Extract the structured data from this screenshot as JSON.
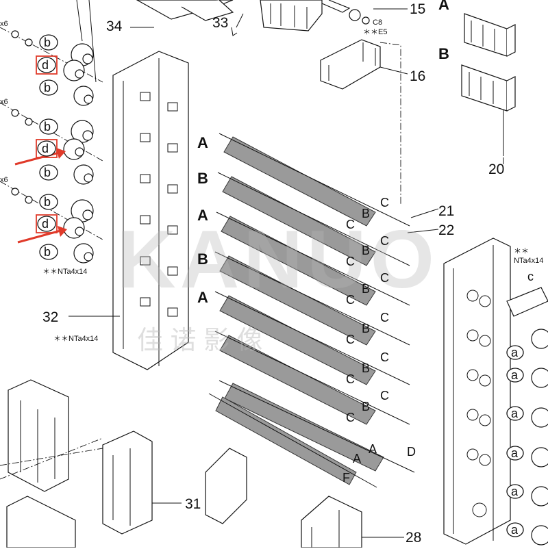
{
  "callouts": {
    "n15": "15",
    "n16": "16",
    "n20": "20",
    "n21": "21",
    "n22": "22",
    "n28": "28",
    "n31": "31",
    "n32": "32",
    "n33": "33",
    "n34": "34"
  },
  "section_letters": {
    "A": "A",
    "B": "B",
    "C": "C",
    "D": "D",
    "F": "F"
  },
  "circle_letters": {
    "a": "a",
    "b": "b",
    "d": "d"
  },
  "small_labels": {
    "x6": "x6",
    "c8": "C8",
    "e5": "＊＊E5",
    "nta_left": "＊＊NTa4x14",
    "nta_mid": "＊＊NTa4x14",
    "nta_right_stars": "＊＊",
    "nta_right": "NTa4x14",
    "c_lower": "c"
  },
  "watermark": {
    "main": "KANUO",
    "sub": "佳 诺 影 像"
  },
  "colors": {
    "highlight": "#e03a2a",
    "roller": "#9a9a9a",
    "ink": "#111111"
  }
}
